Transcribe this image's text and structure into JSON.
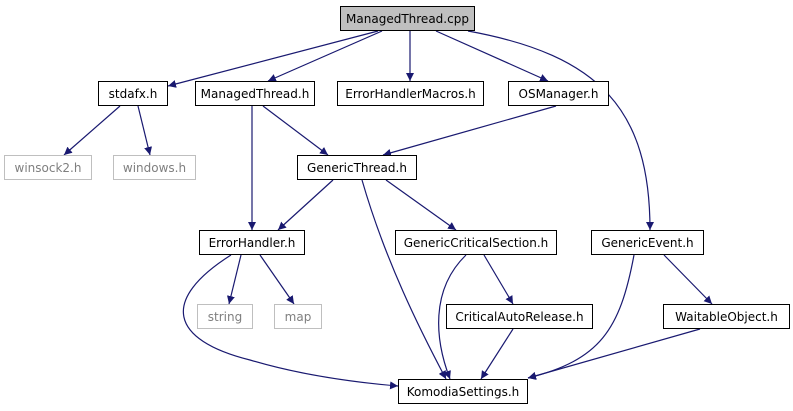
{
  "graph": {
    "edge_color": "#191970",
    "nodes": {
      "managed_thread_cpp": {
        "label": "ManagedThread.cpp",
        "style": "root"
      },
      "stdafx_h": {
        "label": "stdafx.h",
        "style": "solid"
      },
      "managed_thread_h": {
        "label": "ManagedThread.h",
        "style": "solid"
      },
      "error_handler_macros_h": {
        "label": "ErrorHandlerMacros.h",
        "style": "solid"
      },
      "os_manager_h": {
        "label": "OSManager.h",
        "style": "solid"
      },
      "winsock2_h": {
        "label": "winsock2.h",
        "style": "external"
      },
      "windows_h": {
        "label": "windows.h",
        "style": "external"
      },
      "generic_thread_h": {
        "label": "GenericThread.h",
        "style": "solid"
      },
      "error_handler_h": {
        "label": "ErrorHandler.h",
        "style": "solid"
      },
      "generic_critical_section_h": {
        "label": "GenericCriticalSection.h",
        "style": "solid"
      },
      "generic_event_h": {
        "label": "GenericEvent.h",
        "style": "solid"
      },
      "string": {
        "label": "string",
        "style": "external"
      },
      "map": {
        "label": "map",
        "style": "external"
      },
      "critical_auto_release_h": {
        "label": "CriticalAutoRelease.h",
        "style": "solid"
      },
      "waitable_object_h": {
        "label": "WaitableObject.h",
        "style": "solid"
      },
      "komodia_settings_h": {
        "label": "KomodiaSettings.h",
        "style": "solid"
      }
    },
    "edges": [
      [
        "managed_thread_cpp",
        "stdafx_h"
      ],
      [
        "managed_thread_cpp",
        "managed_thread_h"
      ],
      [
        "managed_thread_cpp",
        "error_handler_macros_h"
      ],
      [
        "managed_thread_cpp",
        "os_manager_h"
      ],
      [
        "managed_thread_cpp",
        "generic_event_h"
      ],
      [
        "stdafx_h",
        "winsock2_h"
      ],
      [
        "stdafx_h",
        "windows_h"
      ],
      [
        "managed_thread_h",
        "generic_thread_h"
      ],
      [
        "managed_thread_h",
        "error_handler_h"
      ],
      [
        "os_manager_h",
        "generic_thread_h"
      ],
      [
        "generic_thread_h",
        "error_handler_h"
      ],
      [
        "generic_thread_h",
        "generic_critical_section_h"
      ],
      [
        "generic_thread_h",
        "komodia_settings_h"
      ],
      [
        "error_handler_h",
        "string"
      ],
      [
        "error_handler_h",
        "map"
      ],
      [
        "error_handler_h",
        "komodia_settings_h"
      ],
      [
        "generic_critical_section_h",
        "critical_auto_release_h"
      ],
      [
        "generic_critical_section_h",
        "komodia_settings_h"
      ],
      [
        "critical_auto_release_h",
        "komodia_settings_h"
      ],
      [
        "generic_event_h",
        "waitable_object_h"
      ],
      [
        "generic_event_h",
        "komodia_settings_h"
      ],
      [
        "waitable_object_h",
        "komodia_settings_h"
      ]
    ]
  }
}
